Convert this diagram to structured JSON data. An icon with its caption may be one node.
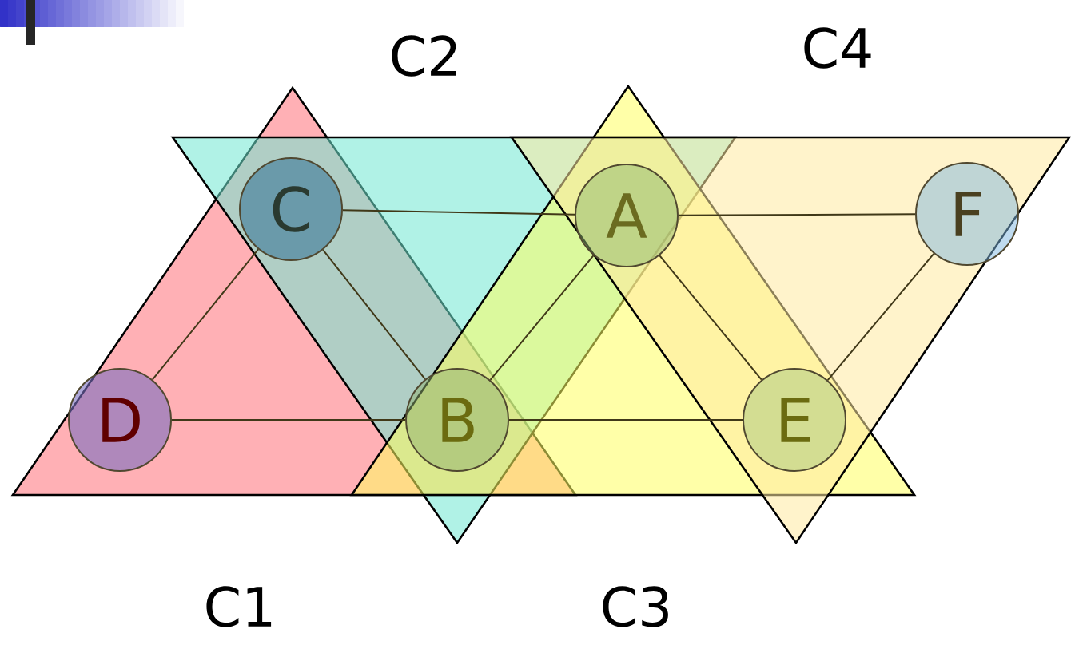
{
  "diagram": {
    "nodes": [
      {
        "text": [
          "C"
        ]
      },
      {
        "text": [
          "A"
        ]
      },
      {
        "text": [
          "F"
        ]
      },
      {
        "text": [
          "D"
        ]
      },
      {
        "text": [
          "B"
        ]
      },
      {
        "text": [
          "E"
        ]
      }
    ],
    "edges": [
      {
        "from": 0,
        "to": 1,
        "arrow": "none"
      },
      {
        "from": 1,
        "to": 2,
        "arrow": "none"
      },
      {
        "from": 0,
        "to": 3,
        "arrow": "none"
      },
      {
        "from": 0,
        "to": 4,
        "arrow": "none"
      },
      {
        "from": 1,
        "to": 4,
        "arrow": "none"
      },
      {
        "from": 1,
        "to": 5,
        "arrow": "none"
      },
      {
        "from": 3,
        "to": 4,
        "arrow": "none"
      },
      {
        "from": 4,
        "to": 5,
        "arrow": "none"
      },
      {
        "from": 5,
        "to": 2,
        "arrow": "none"
      }
    ],
    "labels": [
      "C2",
      "C4",
      "C1",
      "C3"
    ]
  }
}
